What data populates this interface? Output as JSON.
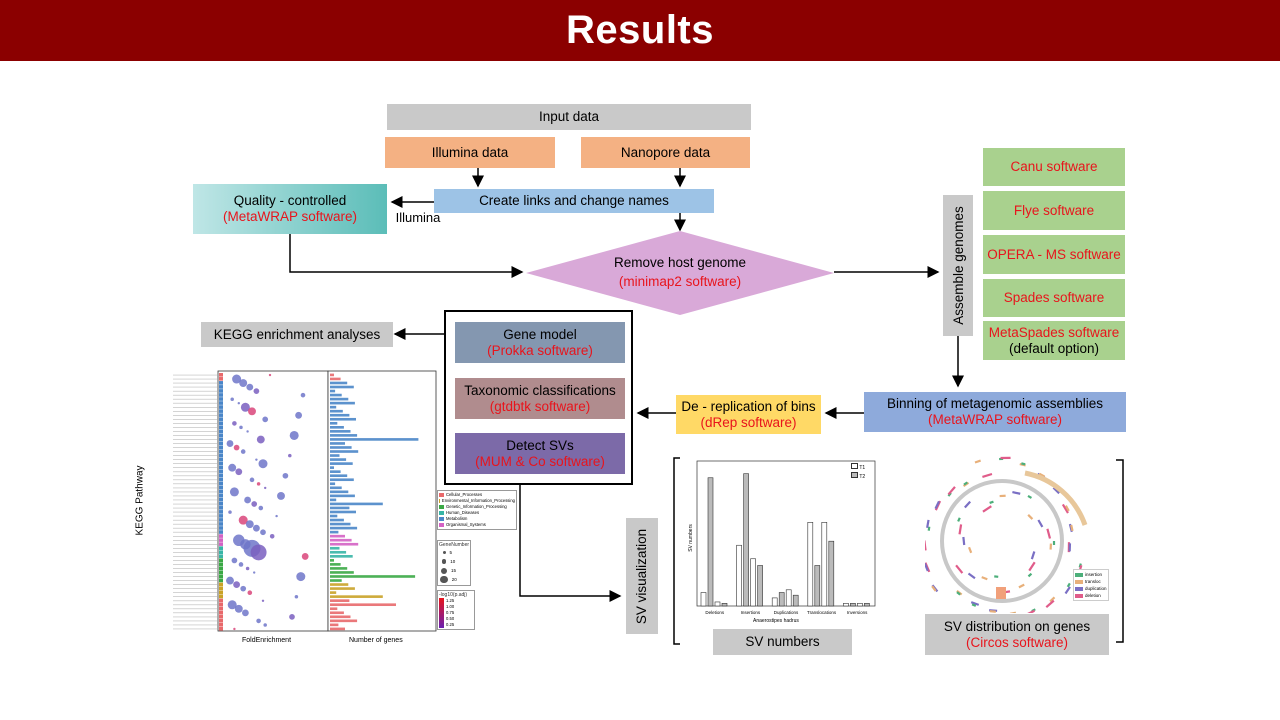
{
  "header": {
    "title": "Results"
  },
  "flow": {
    "input_data": "Input data",
    "illumina_data": "Illumina data",
    "nanopore_data": "Nanopore data",
    "create_links": "Create links and change names",
    "quality_title": "Quality - controlled",
    "quality_software": "(MetaWRAP software)",
    "illumina_label": "Illumina",
    "remove_host_title": "Remove host genome",
    "remove_host_software": "(minimap2 software)",
    "assemble_genomes": "Assemble genomes",
    "assemblers": [
      {
        "name": "Canu software"
      },
      {
        "name": "Flye software"
      },
      {
        "name": "OPERA - MS software"
      },
      {
        "name": "Spades software"
      },
      {
        "name": "MetaSpades software",
        "note": "(default option)"
      }
    ],
    "binning_title": "Binning of metagenomic assemblies",
    "binning_software": "(MetaWRAP software)",
    "dereplication_title": "De - replication of bins",
    "dereplication_software": "(dRep software)",
    "gene_model_title": "Gene model",
    "gene_model_software": "(Prokka software)",
    "taxonomic_title": "Taxonomic classifications",
    "taxonomic_software": "(gtdbtk software)",
    "detect_svs_title": "Detect SVs",
    "detect_svs_software": "(MUM & Co software)",
    "kegg_label": "KEGG enrichment analyses",
    "sv_visualization": "SV visualization",
    "sv_numbers": "SV numbers",
    "sv_distribution_title": "SV distribution on genes",
    "sv_distribution_software": "(Circos software)"
  },
  "kegg_plot": {
    "ylabel": "KEGG Pathway",
    "xlabel_left": "FoldEnrichment",
    "xlabel_right": "Number of genes",
    "legend_categories": [
      {
        "name": "Cellular_Processes",
        "color": "#e8696b"
      },
      {
        "name": "Environmental_Information_Processing",
        "color": "#c9a227"
      },
      {
        "name": "Genetic_Information_Processing",
        "color": "#3aa845"
      },
      {
        "name": "Human_Diseases",
        "color": "#37b5a6"
      },
      {
        "name": "Metabolism",
        "color": "#4a86c8"
      },
      {
        "name": "Organismal_Systems",
        "color": "#d462c4"
      }
    ],
    "legend_size_title": "GeneNumber",
    "legend_sizes": [
      "5",
      "10",
      "15",
      "20"
    ],
    "legend_color_title": "-log10(p.adj)",
    "legend_color_values": [
      "1.25",
      "1.00",
      "0.75",
      "0.50",
      "0.25"
    ]
  },
  "sv_chart": {
    "xlabel": "Anaerostipes hadrus",
    "ylabel": "SV numbers",
    "categories": [
      "Deletions",
      "Insertions",
      "Duplications",
      "Translocations",
      "Inversions"
    ],
    "legend": [
      "T1",
      "T2"
    ]
  },
  "circos": {
    "legend": [
      {
        "name": "insertion",
        "color": "#4caf7a"
      },
      {
        "name": "transloc",
        "color": "#e8b07a"
      },
      {
        "name": "duplication",
        "color": "#7a6fc4"
      },
      {
        "name": "deletion",
        "color": "#e05c8a"
      }
    ]
  },
  "colors": {
    "banner": "#8b0000",
    "highlight_text": "#e8141c",
    "gene_model_box": "#8497b0",
    "taxonomic_box": "#b08c8e",
    "detect_svs_box": "#7c6aa8",
    "diamond": "#d9a9d8",
    "dereplication_box": "#ffd966",
    "binning_box": "#8eaadb"
  }
}
